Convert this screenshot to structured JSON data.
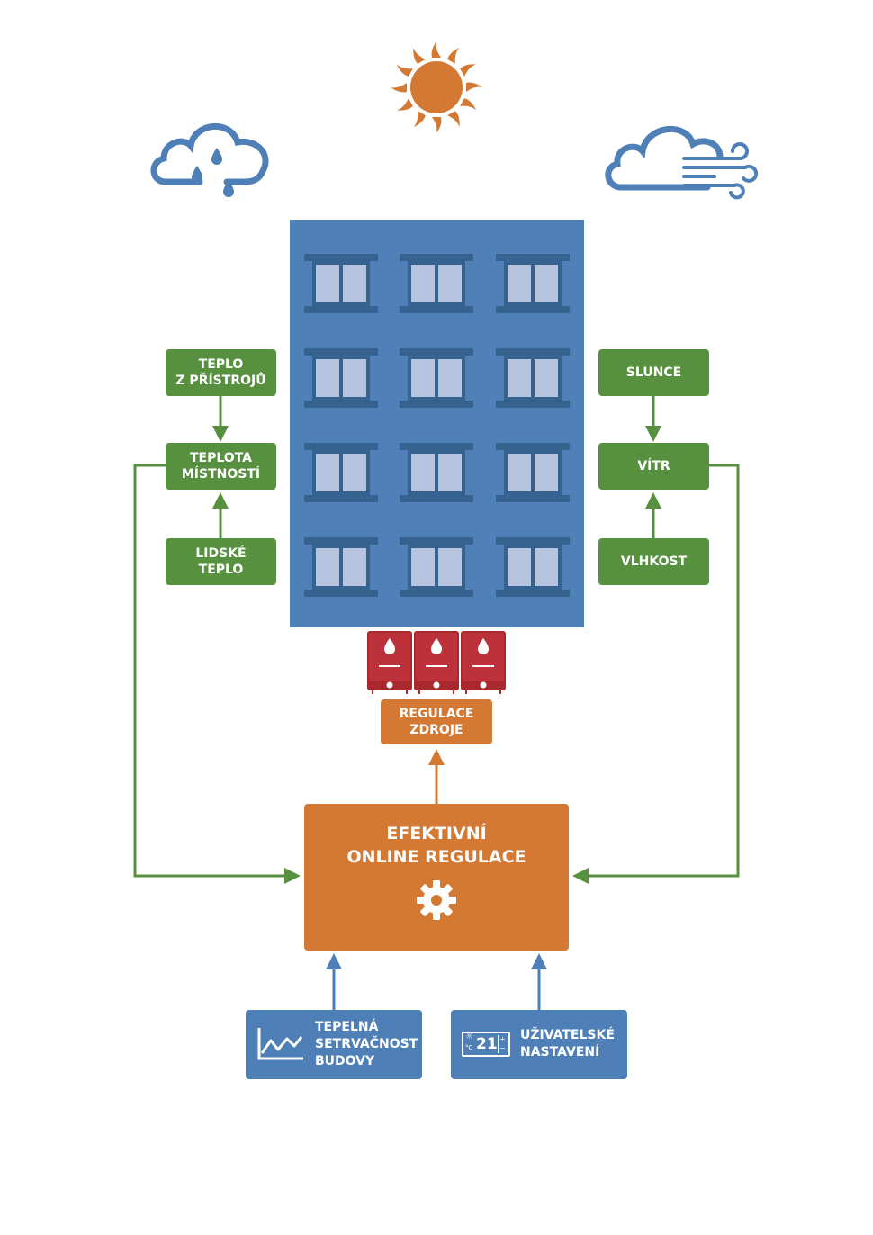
{
  "diagram": {
    "left_factors": {
      "appliance_heat": "TEPLO\nZ PŘÍSTROJŮ",
      "room_temperature": "TEPLOTA\nMÍSTNOSTÍ",
      "human_heat": "LIDSKÉ\nTEPLO"
    },
    "right_factors": {
      "sun": "SLUNCE",
      "wind": "VÍTR",
      "humidity": "VLHKOST"
    },
    "source_regulation": "REGULACE\nZDROJE",
    "main_controller": {
      "line1": "EFEKTIVNÍ",
      "line2": "ONLINE REGULACE"
    },
    "bottom_inputs": {
      "thermal_inertia": "TEPELNÁ\nSETRVAČNOST\nBUDOVY",
      "user_settings": "UŽIVATELSKÉ\nNASTAVENÍ",
      "thermostat_value": "21",
      "thermostat_unit": "°C"
    },
    "icons": [
      "rain-cloud-icon",
      "sun-icon",
      "wind-cloud-icon",
      "building-icon",
      "boiler-icon",
      "gear-icon",
      "chart-icon",
      "thermostat-icon"
    ],
    "colors": {
      "green": "#57903f",
      "orange": "#d37933",
      "blue": "#4e7fb6",
      "building": "#4f80b8",
      "boiler": "#a8282e"
    }
  }
}
